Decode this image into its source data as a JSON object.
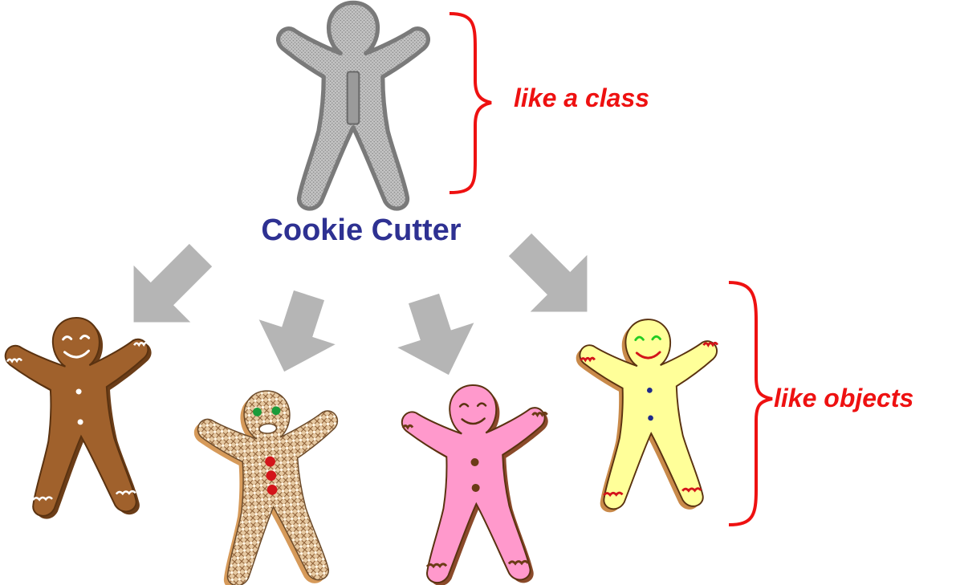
{
  "labels": {
    "cookie_cutter": "Cookie Cutter",
    "class_note": "like a class",
    "objects_note": "like objects"
  },
  "colors": {
    "cutter_fill": "#b9b9b9",
    "cutter_outline": "#7a7a7a",
    "arrow": "#b5b5b5",
    "brace": "#ee1111",
    "note_text": "#ee1111",
    "title_text": "#2e3192"
  },
  "cookies": [
    {
      "name": "brown",
      "fill": "#a0612c",
      "outline": "#5a3210",
      "trim": "#ffffff",
      "face": "#ffffff",
      "buttons": "#ffffff"
    },
    {
      "name": "lattice",
      "fill": "#d8b48a",
      "outline": "#6b4a2a",
      "trim": "#d69a5a",
      "face": "#1a9b3a",
      "buttons": "#d3141a"
    },
    {
      "name": "pink",
      "fill": "#ff99cc",
      "outline": "#5a3210",
      "trim": "#6b3b16",
      "face": "#5a3210",
      "buttons": "#6b3b16"
    },
    {
      "name": "yellow",
      "fill": "#ffff99",
      "outline": "#5a3210",
      "trim": "#d3141a",
      "face": "#22cc22",
      "buttons": "#1f2a8a"
    }
  ]
}
